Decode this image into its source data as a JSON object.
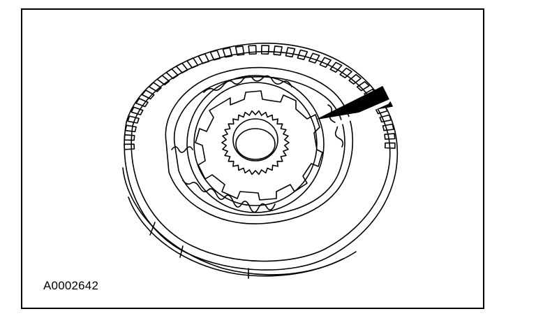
{
  "figure": {
    "id_label": "A0002642",
    "subject": "transmission-clutch-drum-assembly-illustration",
    "callout": "arrow-pointing-to-snap-ring"
  },
  "colors": {
    "line": "#000000",
    "background": "#ffffff"
  }
}
